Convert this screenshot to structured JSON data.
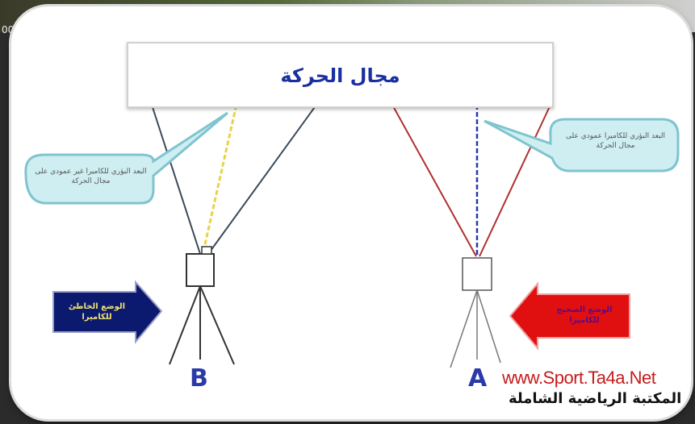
{
  "corner_text": "00",
  "diagram": {
    "field_title": "مجال الحركة",
    "callout_left": "البعد البؤري للكاميرا غير عمودي على مجال الحركة",
    "callout_right": "البعد البؤري للكاميرا عمودي على مجال الحركة",
    "arrow_left_text": "الوضع الخاطئ للكاميرا",
    "arrow_right_text": "الوضع الصحيح للكاميرا",
    "camera_b_label": "B",
    "camera_a_label": "A",
    "colors": {
      "title": "#1a2fa0",
      "left_arrow": "#0b1a6e",
      "right_arrow": "#e01010",
      "left_lines": "#3a4a5a",
      "right_lines": "#b03030",
      "left_focal": "#e8d24a",
      "right_focal": "#2a3aa8",
      "callout_fill": "#cfeef2",
      "callout_stroke": "#7fc4cf"
    }
  },
  "watermark": {
    "url": "www.Sport.Ta4a.Net",
    "library": "المكتبة الرياضية الشاملة"
  }
}
